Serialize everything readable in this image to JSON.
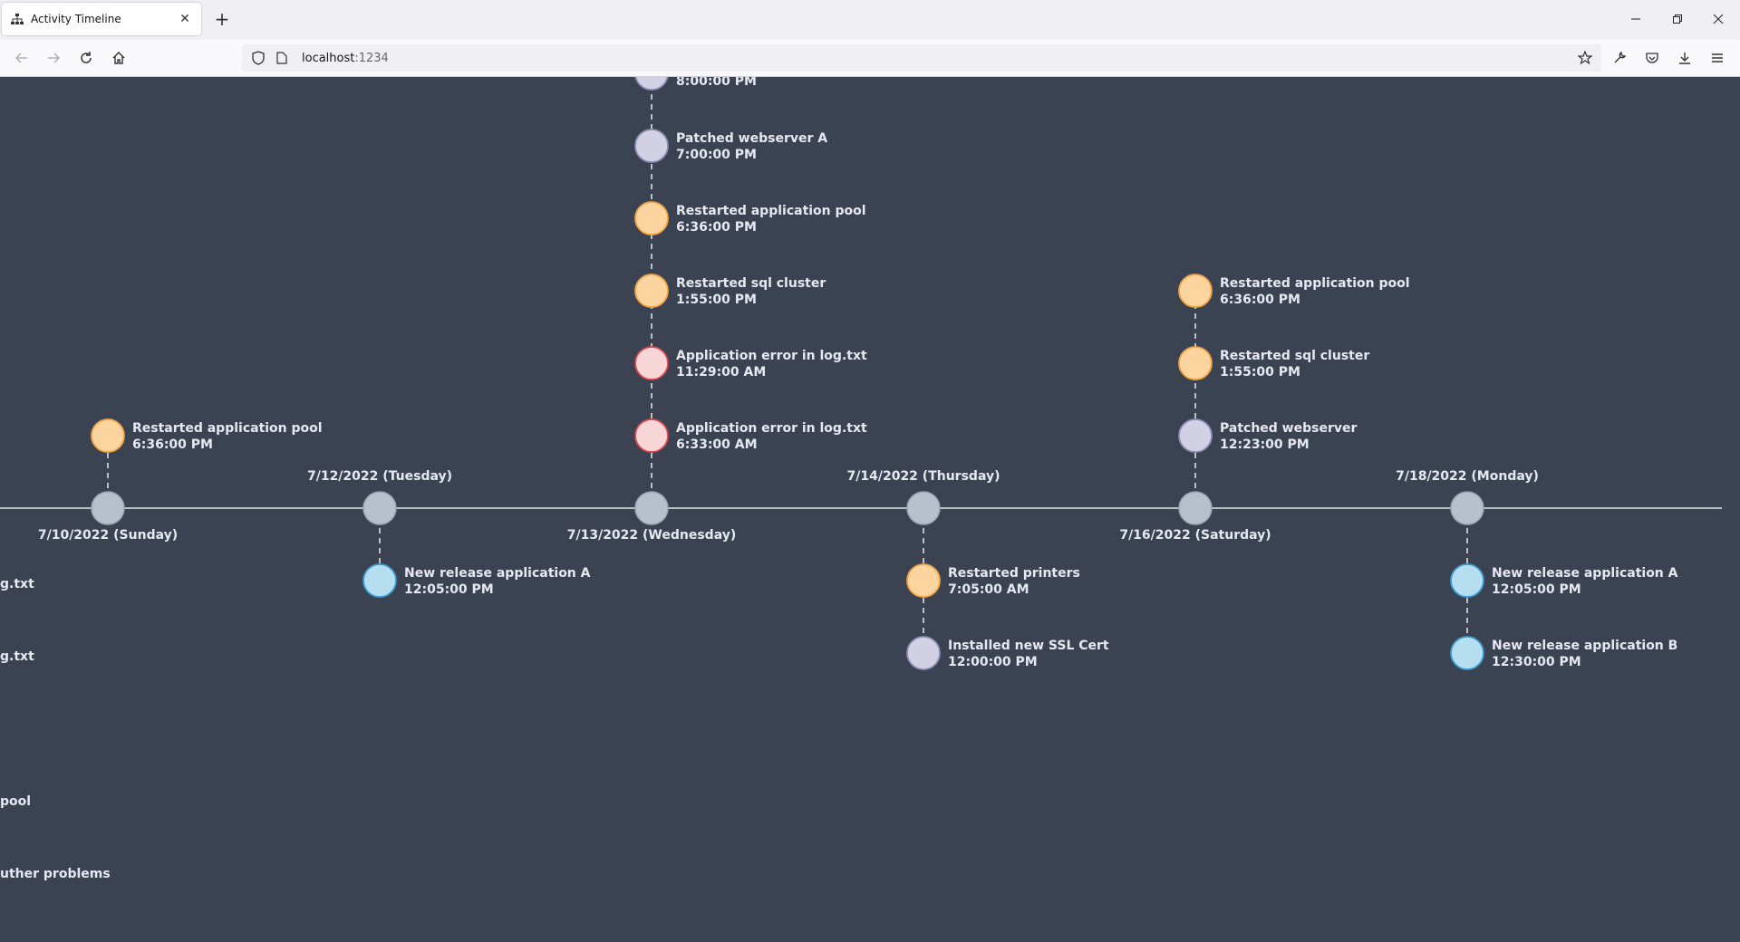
{
  "browser": {
    "tab_title": "Activity Timeline",
    "url_host": "localhost",
    "url_port": ":1234"
  },
  "colors": {
    "background": "#3b4252",
    "axis": "#e5e9f0",
    "date_node": "#b8c0cc",
    "orange": "#fbd4a0",
    "orange_border": "#f0a440",
    "purple": "#d1d0e4",
    "purple_border": "#8f8fb5",
    "pink": "#f8d5d6",
    "pink_border": "#d9474f",
    "blue": "#b5def1",
    "blue_border": "#3a9cd1"
  },
  "timeline": {
    "dates": [
      {
        "label": "7/10/2022 (Sunday)",
        "position": "below"
      },
      {
        "label": "7/12/2022 (Tuesday)",
        "position": "above"
      },
      {
        "label": "7/13/2022 (Wednesday)",
        "position": "below"
      },
      {
        "label": "7/14/2022 (Thursday)",
        "position": "above"
      },
      {
        "label": "7/16/2022 (Saturday)",
        "position": "below"
      },
      {
        "label": "7/18/2022 (Monday)",
        "position": "above"
      }
    ],
    "events": [
      {
        "date": 0,
        "side": "up",
        "slot": 1,
        "title": "Restarted application pool",
        "time": "6:36:00 PM",
        "color": "orange"
      },
      {
        "date": 1,
        "side": "down",
        "slot": 1,
        "title": "New release application A",
        "time": "12:05:00 PM",
        "color": "blue"
      },
      {
        "date": 2,
        "side": "up",
        "slot": 1,
        "title": "Application error in log.txt",
        "time": "6:33:00 AM",
        "color": "pink"
      },
      {
        "date": 2,
        "side": "up",
        "slot": 2,
        "title": "Application error in log.txt",
        "time": "11:29:00 AM",
        "color": "pink"
      },
      {
        "date": 2,
        "side": "up",
        "slot": 3,
        "title": "Restarted sql cluster",
        "time": "1:55:00 PM",
        "color": "orange"
      },
      {
        "date": 2,
        "side": "up",
        "slot": 4,
        "title": "Restarted application pool",
        "time": "6:36:00 PM",
        "color": "orange"
      },
      {
        "date": 2,
        "side": "up",
        "slot": 5,
        "title": "Patched webserver A",
        "time": "7:00:00 PM",
        "color": "purple"
      },
      {
        "date": 2,
        "side": "up",
        "slot": 6,
        "title": "",
        "time": "8:00:00 PM",
        "color": "purple"
      },
      {
        "date": 3,
        "side": "down",
        "slot": 1,
        "title": "Restarted printers",
        "time": "7:05:00 AM",
        "color": "orange"
      },
      {
        "date": 3,
        "side": "down",
        "slot": 2,
        "title": "Installed new SSL Cert",
        "time": "12:00:00 PM",
        "color": "purple"
      },
      {
        "date": 4,
        "side": "up",
        "slot": 1,
        "title": "Patched webserver",
        "time": "12:23:00 PM",
        "color": "purple"
      },
      {
        "date": 4,
        "side": "up",
        "slot": 2,
        "title": "Restarted sql cluster",
        "time": "1:55:00 PM",
        "color": "orange"
      },
      {
        "date": 4,
        "side": "up",
        "slot": 3,
        "title": "Restarted application pool",
        "time": "6:36:00 PM",
        "color": "orange"
      },
      {
        "date": 5,
        "side": "down",
        "slot": 1,
        "title": "New release application A",
        "time": "12:05:00 PM",
        "color": "blue"
      },
      {
        "date": 5,
        "side": "down",
        "slot": 2,
        "title": "New release application B",
        "time": "12:30:00 PM",
        "color": "blue"
      }
    ],
    "offscreen_labels": [
      "g.txt",
      "g.txt",
      "pool",
      "uther problems"
    ]
  }
}
